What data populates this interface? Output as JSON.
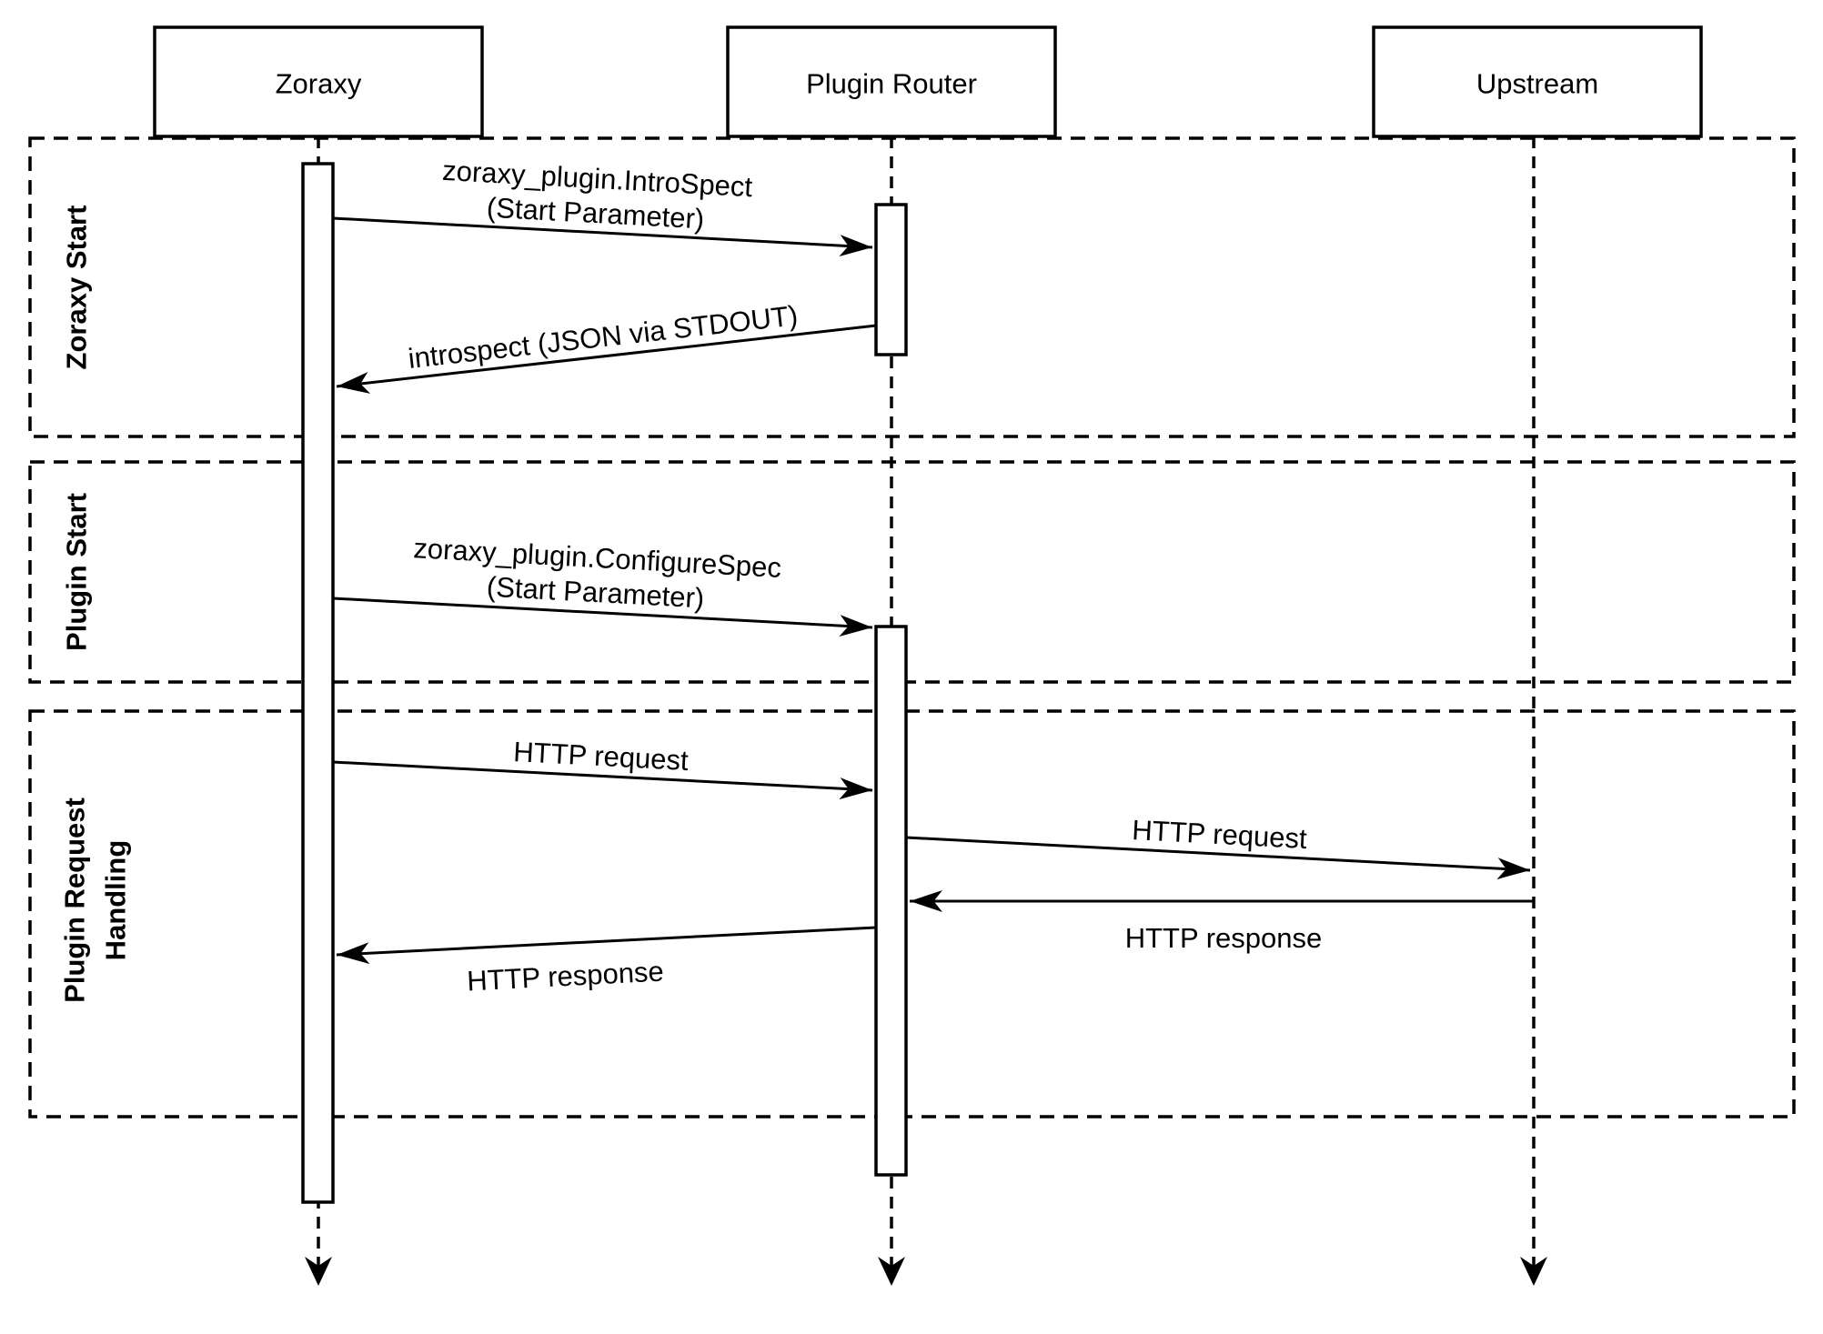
{
  "diagram": {
    "type": "sequence-diagram",
    "background_color": "#ffffff",
    "stroke_color": "#000000",
    "actors": [
      {
        "name": "Zoraxy"
      },
      {
        "name": "Plugin Router"
      },
      {
        "name": "Upstream"
      }
    ],
    "sections": [
      {
        "label": "Zoraxy Start"
      },
      {
        "label": "Plugin Start"
      },
      {
        "label": "Plugin Request Handling",
        "label_line1": "Plugin Request",
        "label_line2": "Handling"
      }
    ],
    "messages": [
      {
        "from": "Zoraxy",
        "to": "Plugin Router",
        "label": "zoraxy_plugin.IntroSpect (Start Parameter)",
        "label_line1": "zoraxy_plugin.IntroSpect",
        "label_line2": "(Start Parameter)"
      },
      {
        "from": "Plugin Router",
        "to": "Zoraxy",
        "label": "introspect (JSON via STDOUT)"
      },
      {
        "from": "Zoraxy",
        "to": "Plugin Router",
        "label": "zoraxy_plugin.ConfigureSpec (Start Parameter)",
        "label_line1": "zoraxy_plugin.ConfigureSpec",
        "label_line2": "(Start Parameter)"
      },
      {
        "from": "Zoraxy",
        "to": "Plugin Router",
        "label": "HTTP request"
      },
      {
        "from": "Plugin Router",
        "to": "Upstream",
        "label": "HTTP request"
      },
      {
        "from": "Upstream",
        "to": "Plugin Router",
        "label": "HTTP response"
      },
      {
        "from": "Plugin Router",
        "to": "Zoraxy",
        "label": "HTTP response"
      }
    ]
  }
}
